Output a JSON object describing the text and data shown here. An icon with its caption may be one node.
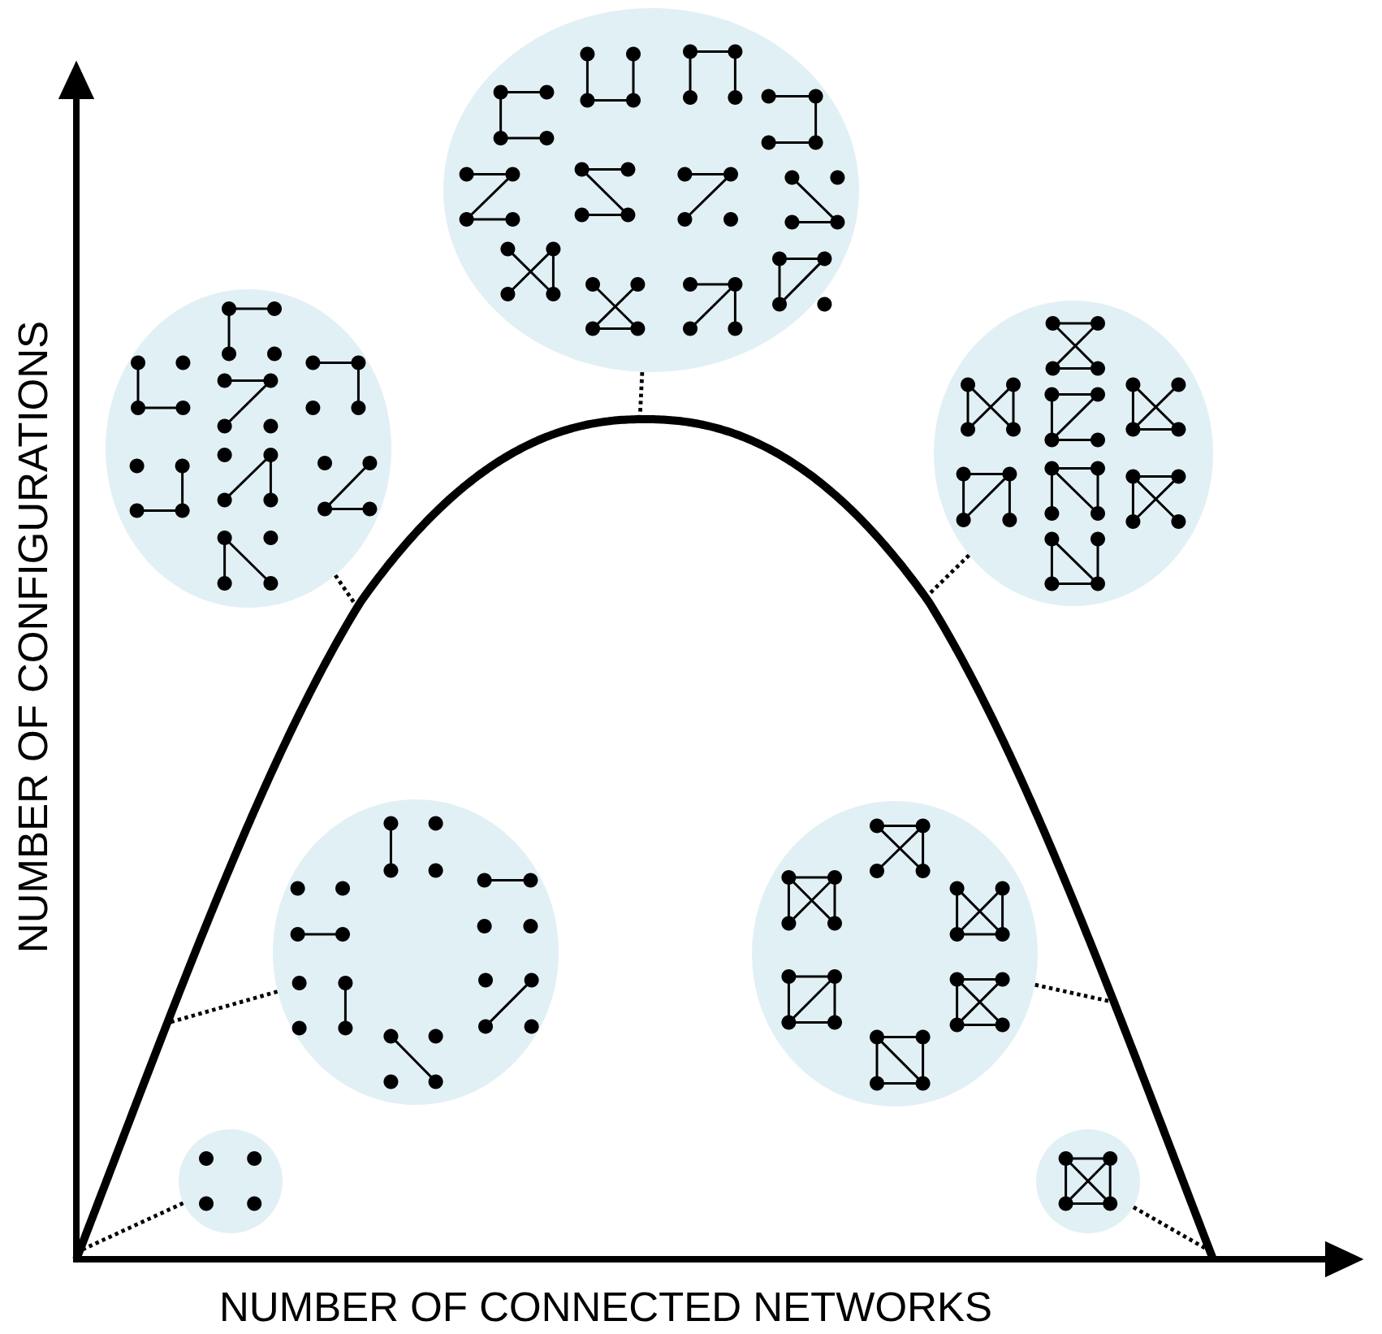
{
  "diagram": {
    "nodes": [
      {
        "text": [],
        "shape": "circle"
      },
      {
        "text": [],
        "shape": "circle"
      },
      {
        "text": [],
        "shape": "circle"
      },
      {
        "text": [],
        "shape": "circle"
      },
      {
        "text": [],
        "shape": "circle"
      },
      {
        "text": [],
        "shape": "circle"
      },
      {
        "text": [],
        "shape": "circle"
      }
    ],
    "edges": [
      {
        "from": 0,
        "to": null,
        "arrow": "none",
        "style": "dashed"
      },
      {
        "from": 1,
        "to": null,
        "arrow": "none",
        "style": "dashed"
      },
      {
        "from": 2,
        "to": null,
        "arrow": "none",
        "style": "dashed"
      },
      {
        "from": 3,
        "to": null,
        "arrow": "none",
        "style": "dashed"
      },
      {
        "from": 4,
        "to": null,
        "arrow": "none",
        "style": "dashed"
      },
      {
        "from": 5,
        "to": null,
        "arrow": "none",
        "style": "dashed"
      },
      {
        "from": 6,
        "to": null,
        "arrow": "none",
        "style": "dashed"
      }
    ],
    "labels": [
      "NUMBER OF CONFIGURATIONS",
      "NUMBER OF CONNECTED NETWORKS"
    ]
  }
}
